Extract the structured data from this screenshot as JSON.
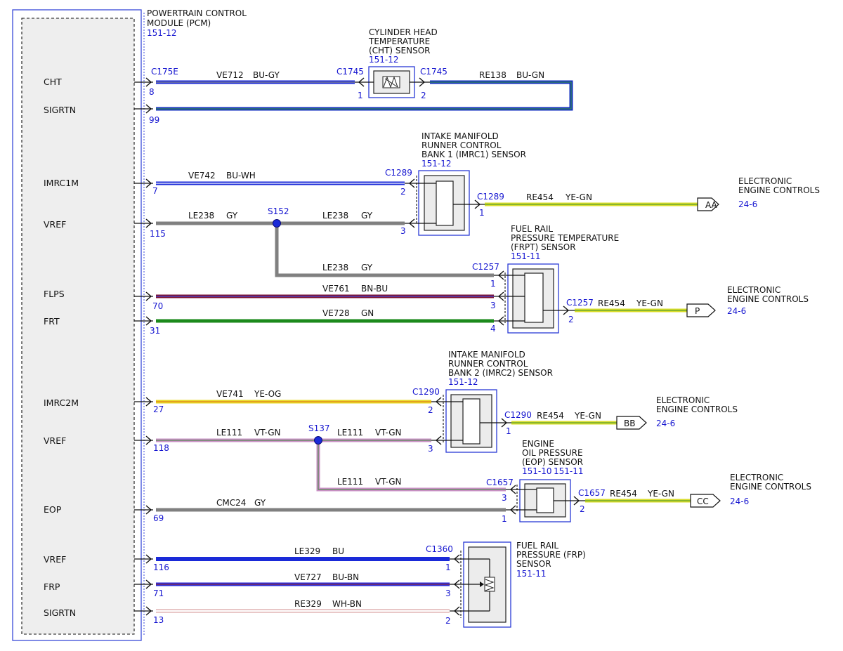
{
  "module": {
    "name_line1": "POWERTRAIN CONTROL",
    "name_line2": "MODULE (PCM)",
    "ref": "151-12",
    "signals": [
      "CHT",
      "SIGRTN",
      "IMRC1M",
      "VREF",
      "FLPS",
      "FRT",
      "IMRC2M",
      "VREF",
      "EOP",
      "VREF",
      "FRP",
      "SIGRTN"
    ],
    "connector": "C175E",
    "pins": [
      "8",
      "99",
      "7",
      "115",
      "70",
      "31",
      "27",
      "118",
      "69",
      "116",
      "71",
      "13"
    ]
  },
  "colors": {
    "blue": "#1a2ad8",
    "gray": "#808080",
    "brown_blue": "#7a1030",
    "green": "#1c8a1c",
    "yellow": "#e8d820",
    "violet": "#c98fc4",
    "white_brown": "#d9a0a0",
    "blue_green": "#1530c0",
    "yellow_green_a": "#d8dc28",
    "yellow_green_b": "#5aa030"
  },
  "wires": {
    "w_cht": {
      "circuit": "VE712",
      "color": "BU-GY"
    },
    "w_cht_rtn": {
      "circuit": "RE138",
      "color": "BU-GN"
    },
    "w_imrc1": {
      "circuit": "VE742",
      "color": "BU-WH"
    },
    "w_vref1_a": {
      "circuit": "LE238",
      "color": "GY"
    },
    "w_vref1_b": {
      "circuit": "LE238",
      "color": "GY"
    },
    "w_vref1_c": {
      "circuit": "LE238",
      "color": "GY"
    },
    "w_flps": {
      "circuit": "VE761",
      "color": "BN-BU"
    },
    "w_frt": {
      "circuit": "VE728",
      "color": "GN"
    },
    "w_imrc2": {
      "circuit": "VE741",
      "color": "YE-OG"
    },
    "w_vref2_a": {
      "circuit": "LE111",
      "color": "VT-GN"
    },
    "w_vref2_b": {
      "circuit": "LE111",
      "color": "VT-GN"
    },
    "w_vref2_c": {
      "circuit": "LE111",
      "color": "VT-GN"
    },
    "w_eop": {
      "circuit": "CMC24",
      "color": "GY"
    },
    "w_vref3": {
      "circuit": "LE329",
      "color": "BU"
    },
    "w_frp": {
      "circuit": "VE727",
      "color": "BU-BN"
    },
    "w_frp_rtn": {
      "circuit": "RE329",
      "color": "WH-BN"
    },
    "w_out_aa": {
      "circuit": "RE454",
      "color": "YE-GN"
    },
    "w_out_p": {
      "circuit": "RE454",
      "color": "YE-GN"
    },
    "w_out_bb": {
      "circuit": "RE454",
      "color": "YE-GN"
    },
    "w_out_cc": {
      "circuit": "RE454",
      "color": "YE-GN"
    }
  },
  "splices": {
    "s152": "S152",
    "s137": "S137"
  },
  "components": {
    "cht": {
      "lines": [
        "CYLINDER HEAD",
        "TEMPERATURE",
        "(CHT) SENSOR"
      ],
      "ref": "151-12",
      "connector": "C1745",
      "pins": [
        "1",
        "2"
      ]
    },
    "imrc1": {
      "lines": [
        "INTAKE MANIFOLD",
        "RUNNER CONTROL",
        "BANK 1 (IMRC1) SENSOR"
      ],
      "ref": "151-12",
      "connector": "C1289",
      "pins": [
        "2",
        "3",
        "1"
      ]
    },
    "frpt": {
      "lines": [
        "FUEL RAIL",
        "PRESSURE TEMPERATURE",
        "(FRPT) SENSOR"
      ],
      "ref": "151-11",
      "connector": "C1257",
      "pins": [
        "1",
        "3",
        "4",
        "2"
      ]
    },
    "imrc2": {
      "lines": [
        "INTAKE MANIFOLD",
        "RUNNER CONTROL",
        "BANK 2 (IMRC2) SENSOR"
      ],
      "ref": "151-12",
      "connector": "C1290",
      "pins": [
        "2",
        "3",
        "1"
      ]
    },
    "eop": {
      "lines": [
        "ENGINE",
        "OIL PRESSURE",
        "(EOP) SENSOR"
      ],
      "ref1": "151-10",
      "ref2": "151-11",
      "connector": "C1657",
      "pins": [
        "3",
        "1",
        "2"
      ]
    },
    "frp": {
      "lines": [
        "FUEL RAIL",
        "PRESSURE (FRP)",
        "SENSOR"
      ],
      "ref": "151-11",
      "connector": "C1360",
      "pins": [
        "1",
        "3",
        "2"
      ]
    }
  },
  "destinations": {
    "aa": {
      "line1": "ELECTRONIC",
      "line2": "ENGINE CONTROLS",
      "ref": "24-6",
      "flag": "AA"
    },
    "p": {
      "line1": "ELECTRONIC",
      "line2": "ENGINE CONTROLS",
      "ref": "24-6",
      "flag": "P"
    },
    "bb": {
      "line1": "ELECTRONIC",
      "line2": "ENGINE CONTROLS",
      "ref": "24-6",
      "flag": "BB"
    },
    "cc": {
      "line1": "ELECTRONIC",
      "line2": "ENGINE CONTROLS",
      "ref": "24-6",
      "flag": "CC"
    }
  }
}
